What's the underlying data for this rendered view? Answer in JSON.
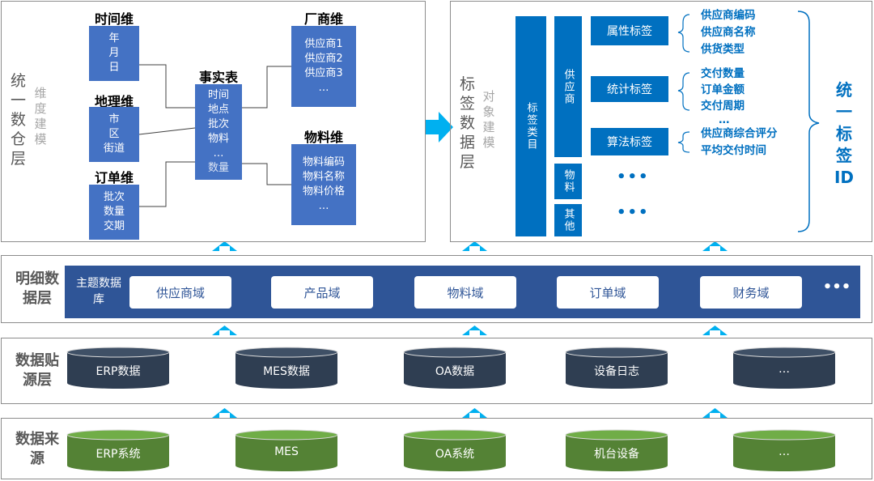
{
  "panels": {
    "warehouse": {
      "title": "统一数仓层",
      "subtitle": "维度建模",
      "time_dim": {
        "title": "时间维",
        "items": [
          "年",
          "月",
          "日"
        ]
      },
      "geo_dim": {
        "title": "地理维",
        "items": [
          "市",
          "区",
          "街道"
        ]
      },
      "order_dim": {
        "title": "订单维",
        "items": [
          "批次",
          "数量",
          "交期"
        ]
      },
      "fact": {
        "title": "事实表",
        "items": [
          "时间",
          "地点",
          "批次",
          "物料",
          "…",
          "数量"
        ]
      },
      "vendor_dim": {
        "title": "厂商维",
        "items": [
          "供应商1",
          "供应商2",
          "供应商3",
          "…"
        ]
      },
      "material_dim": {
        "title": "物料维",
        "items": [
          "物料编码",
          "物料名称",
          "物料价格",
          "…"
        ]
      }
    },
    "tag": {
      "title": "标签数据层",
      "subtitle": "对象建模",
      "category_label": "标签类目",
      "objects": {
        "supplier": "供应商",
        "material": "物料",
        "other": "其他"
      },
      "tag_types": {
        "attr": {
          "label": "属性标签",
          "items": [
            "供应商编码",
            "供应商名称",
            "供货类型"
          ]
        },
        "stat": {
          "label": "统计标签",
          "items": [
            "交付数量",
            "订单金额",
            "交付周期",
            "…"
          ]
        },
        "algo": {
          "label": "算法标签",
          "items": [
            "供应商综合评分",
            "平均交付时间"
          ]
        }
      },
      "dots": [
        "•••",
        "•••"
      ],
      "unified_id": "统一标签ID"
    }
  },
  "detail_layer": {
    "title": "明细数据层",
    "label": "主题数据库",
    "domains": [
      "供应商域",
      "产品域",
      "物料域",
      "订单域",
      "财务域"
    ],
    "more": "•••"
  },
  "source_layer": {
    "title": "数据贴源层",
    "items": [
      "ERP数据",
      "MES数据",
      "OA数据",
      "设备日志",
      "…"
    ]
  },
  "origin_layer": {
    "title": "数据来源",
    "items": [
      "ERP系统",
      "MES",
      "OA系统",
      "机台设备",
      "…"
    ]
  },
  "colors": {
    "dim_box": "#4472c4",
    "tag_blue": "#0070c0",
    "domain_bar": "#2f5597",
    "source_cyl": "#2f3e52",
    "origin_cyl": "#548235",
    "arrow": "#00b0f0"
  },
  "icons": {
    "up_arrow": "up-arrow-icon",
    "right_arrow": "right-arrow-icon"
  }
}
